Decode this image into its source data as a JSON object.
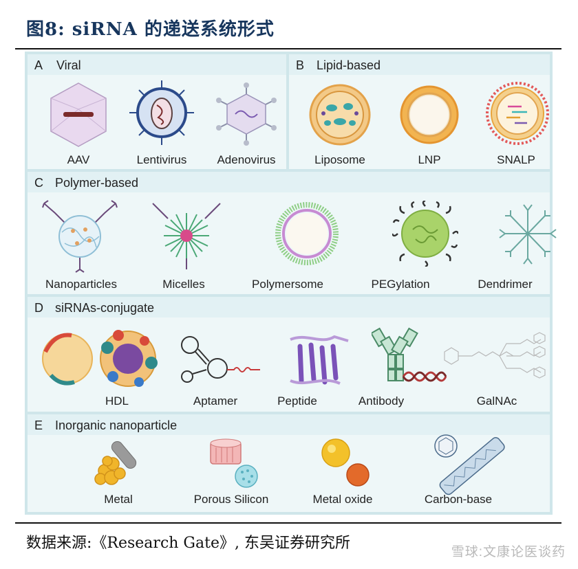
{
  "figure_title": "图8:  siRNA 的递送系统形式",
  "source": "数据来源:《Research Gate》, 东吴证券研究所",
  "watermark": "雪球:文康论医谈药",
  "sections": {
    "a": {
      "letter": "A",
      "title": "Viral",
      "items": [
        "AAV",
        "Lentivirus",
        "Adenovirus"
      ]
    },
    "b": {
      "letter": "B",
      "title": "Lipid-based",
      "items": [
        "Liposome",
        "LNP",
        "SNALP"
      ]
    },
    "c": {
      "letter": "C",
      "title": "Polymer-based",
      "items": [
        "Nanoparticles",
        "Micelles",
        "Polymersome",
        "PEGylation",
        "Dendrimer"
      ]
    },
    "d": {
      "letter": "D",
      "title": "siRNAs-conjugate",
      "items": [
        "HDL",
        "Aptamer",
        "Peptide",
        "Antibody",
        "GalNAc"
      ]
    },
    "e": {
      "letter": "E",
      "title": "Inorganic nanoparticle",
      "items": [
        "Metal",
        "Porous Silicon",
        "Metal oxide",
        "Carbon-base"
      ]
    }
  },
  "colors": {
    "title": "#17365d",
    "panel_bg": "#eef7f8",
    "header_bg": "#e2f1f4",
    "frame": "#cfe6ea"
  }
}
